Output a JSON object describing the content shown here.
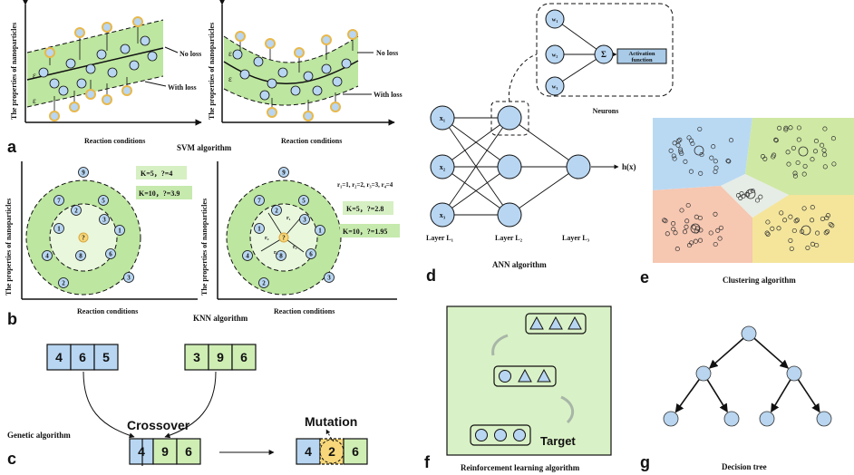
{
  "panels": {
    "a": {
      "letter": "a",
      "title": "SVM algorithm",
      "xlabel": "Reaction conditions",
      "ylabel": "The properties of nanoparticles",
      "no_loss": "No loss",
      "with_loss": "With loss",
      "epsilon": "ε"
    },
    "b": {
      "letter": "b",
      "title": "KNN algorithm",
      "xlabel": "Reaction conditions",
      "ylabel": "The properties of nanoparticles",
      "query": "?",
      "left_k5": "K=5，?=4",
      "left_k10": "K=10，?=3.9",
      "distances": "r₁=1, r₂=2, r₃=3, r₄=4",
      "right_k5": "K=5，?=2.8",
      "right_k10": "K=10，?=1.95",
      "r1": "r₁",
      "r2": "r₂",
      "r3": "r₃",
      "r4": "r₄",
      "numbers": [
        "9",
        "7",
        "5",
        "2",
        "3",
        "1",
        "4",
        "8",
        "6",
        "1",
        "2",
        "3"
      ]
    },
    "c": {
      "letter": "c",
      "parent1": [
        "4",
        "6",
        "5"
      ],
      "parent2": [
        "3",
        "9",
        "6"
      ],
      "crossover": "Crossover",
      "child": [
        "4",
        "9",
        "6"
      ],
      "mutation": "Mutation",
      "mutant": [
        "4",
        "2",
        "6"
      ],
      "label": "Genetic algorithm"
    },
    "d": {
      "letter": "d",
      "title": "ANN algorithm",
      "inputs": [
        "x₁",
        "x₂",
        "x₃"
      ],
      "layers": [
        "Layer L₁",
        "Layer L₂",
        "Layer L₃"
      ],
      "output": "h(x)",
      "weights": [
        "w₁",
        "w₂",
        "w₃"
      ],
      "sum": "Σ",
      "activation": [
        "Activation",
        "function"
      ],
      "neurons_label": "Neurons"
    },
    "e": {
      "letter": "e",
      "title": "Clustering algorithm",
      "colors": [
        "#b9d9f3",
        "#cfe8a3",
        "#f6c7b1",
        "#f4e59b",
        "#e6ece6"
      ]
    },
    "f": {
      "letter": "f",
      "title": "Reinforcement learning algorithm",
      "target": "Target",
      "bg": "#d9f1c6"
    },
    "g": {
      "letter": "g",
      "title": "Decision tree",
      "node": "#b9d5ef"
    }
  }
}
